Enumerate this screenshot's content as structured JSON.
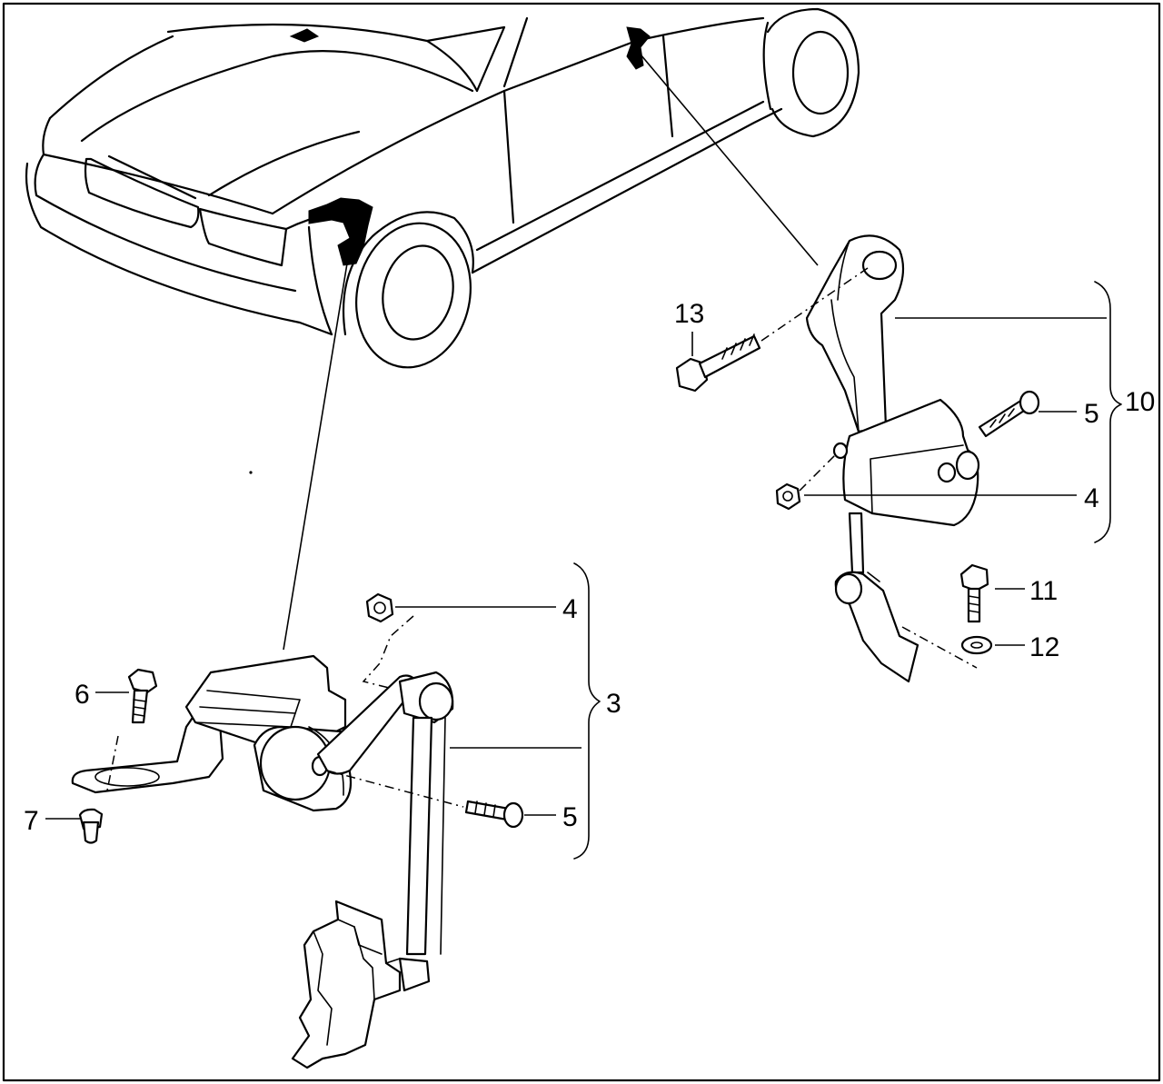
{
  "callouts": {
    "n13": "13",
    "n10": "10",
    "n5_right": "5",
    "n4_right": "4",
    "n11": "11",
    "n12": "12",
    "n4_left": "4",
    "n3": "3",
    "n6": "6",
    "n5_left": "5",
    "n7": "7"
  },
  "icons": {
    "car": "car-front-outline",
    "fastener": "bolt-nut-washer",
    "sensor": "level-sensor"
  }
}
